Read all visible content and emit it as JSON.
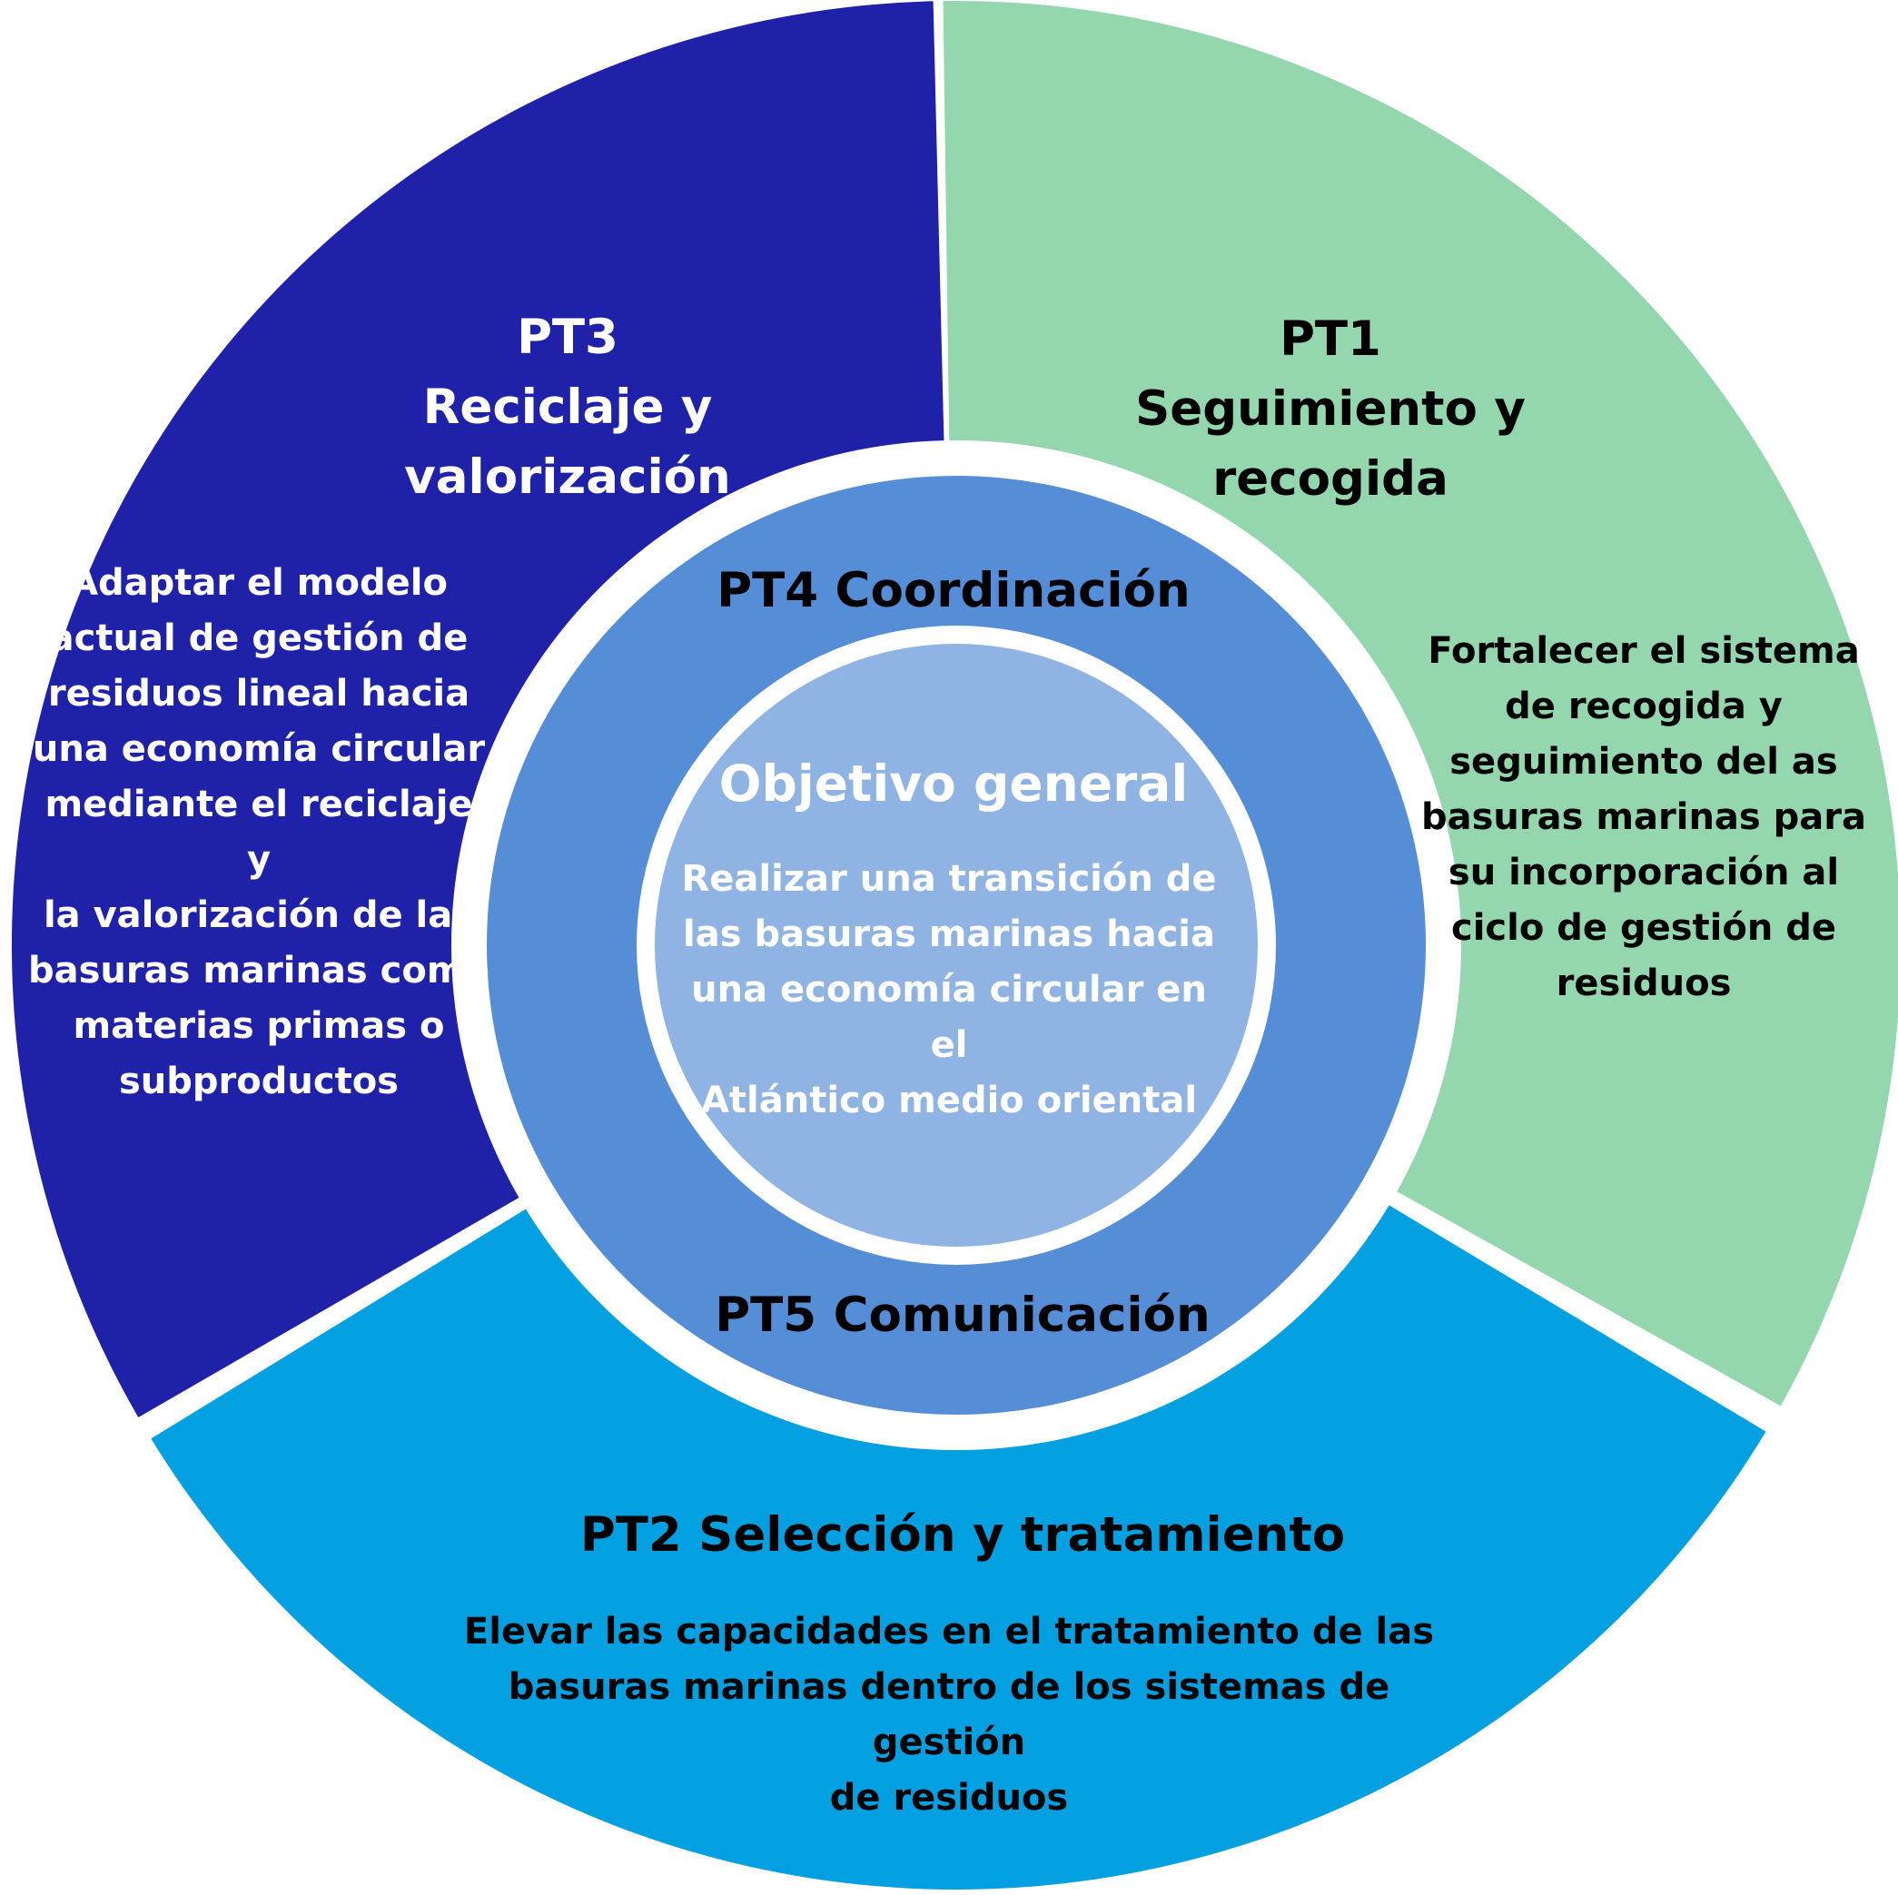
{
  "segments": {
    "pt1": {
      "title": "PT1\nSeguimiento y\nrecogida",
      "description": "Fortalecer el sistema\nde recogida y\nseguimiento del as\nbasuras marinas para\nsu incorporación al\nciclo de gestión de\nresiduos",
      "color": "#94d6ae"
    },
    "pt2": {
      "title": "PT2 Selección y tratamiento",
      "description": "Elevar las capacidades en el tratamiento de las\nbasuras marinas dentro de los sistemas de gestión\nde residuos",
      "color": "#02a0e0"
    },
    "pt3": {
      "title": "PT3\nReciclaje y valorización",
      "description": "Adaptar el modelo\nactual de gestión de\nresiduos lineal hacia\nuna economía circular\nmediante el reciclaje y\nla valorización de las\nbasuras marinas como\nmaterias primas o\nsubproductos",
      "color": "#1f22a8"
    }
  },
  "ring": {
    "pt4_label": "PT4 Coordinación",
    "pt5_label": "PT5 Comunicación",
    "color": "#558dd6"
  },
  "center": {
    "title": "Objetivo general",
    "description": "Realizar una transición de\nlas basuras marinas hacia\nuna economía circular en el\nAtlántico medio oriental",
    "color": "#8fb3e3"
  }
}
